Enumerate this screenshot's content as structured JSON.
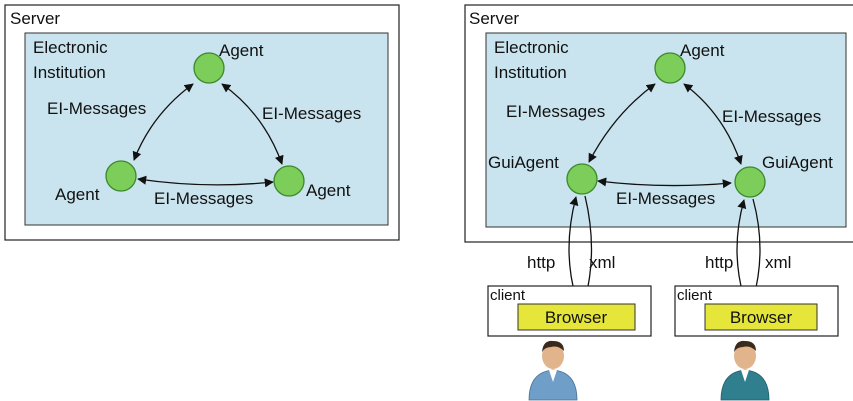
{
  "colors": {
    "institution_fill": "#c9e4ee",
    "agent_fill": "#7ccd5a",
    "agent_stroke": "#3b8a2a",
    "browser_fill": "#e6e63a",
    "person_head": "#e2b48c",
    "person_hair": "#3a2a1c",
    "person_shirt_left": "#6f9ec8",
    "person_shirt_right": "#2f7f8f"
  },
  "left": {
    "server_label": "Server",
    "institution_label_line1": "Electronic",
    "institution_label_line2": "Institution",
    "agent_top_label": "Agent",
    "agent_left_label": "Agent",
    "agent_right_label": "Agent",
    "msg_left_label": "EI-Messages",
    "msg_right_label": "EI-Messages",
    "msg_bottom_label": "EI-Messages"
  },
  "right": {
    "server_label": "Server",
    "institution_label_line1": "Electronic",
    "institution_label_line2": "Institution",
    "agent_top_label": "Agent",
    "gui_left_label": "GuiAgent",
    "gui_right_label": "GuiAgent",
    "msg_left_label": "EI-Messages",
    "msg_right_label": "EI-Messages",
    "msg_bottom_label": "EI-Messages",
    "http_left_label": "http",
    "xml_left_label": "xml",
    "http_right_label": "http",
    "xml_right_label": "xml",
    "client_left_label": "client",
    "client_right_label": "client",
    "browser_left_label": "Browser",
    "browser_right_label": "Browser"
  },
  "icons": {
    "user_left": "user-icon",
    "user_right": "user-icon"
  }
}
